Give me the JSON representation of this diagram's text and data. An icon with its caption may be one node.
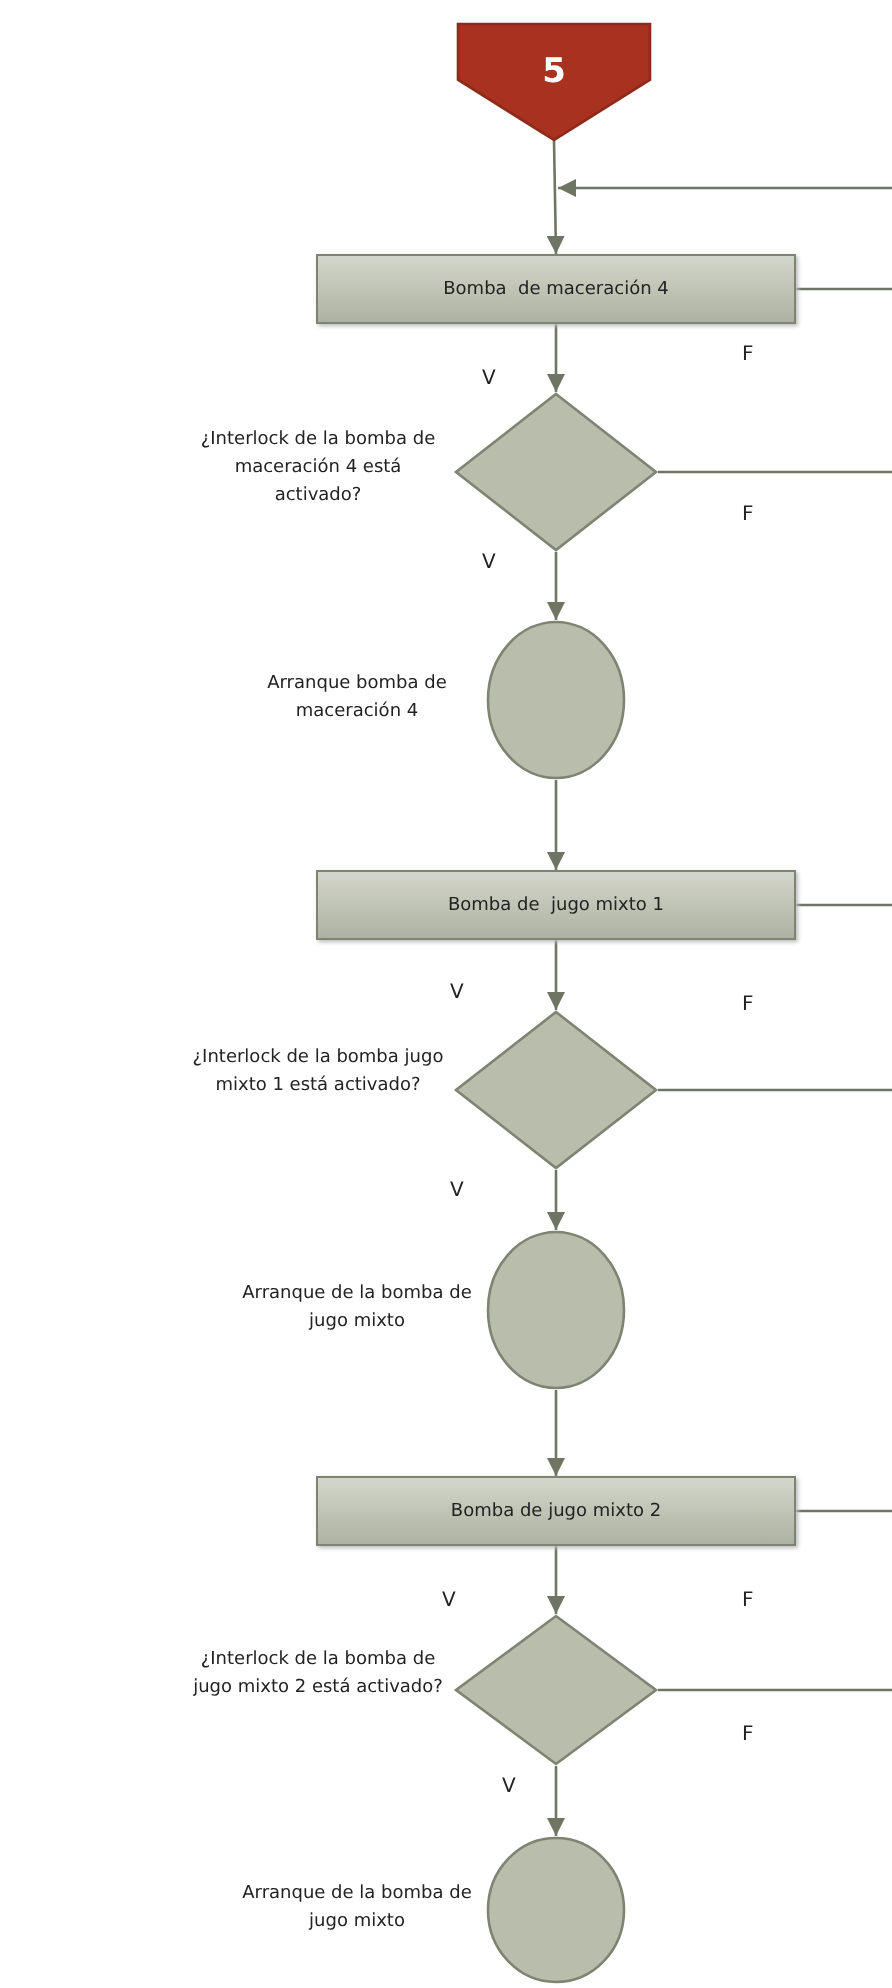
{
  "diagram": {
    "nodes": [
      {
        "text": [
          "5"
        ]
      },
      {
        "text": [
          "Bomba  de maceración 4"
        ]
      },
      {
        "text": [],
        "shape": "diamond",
        "beside": [
          "¿Interlock de la bomba de maceración 4 está activado?"
        ]
      },
      {
        "text": [],
        "shape": "circle",
        "beside": [
          "Arranque bomba de maceración 4"
        ]
      },
      {
        "text": [
          "Bomba de  jugo mixto 1"
        ]
      },
      {
        "text": [],
        "shape": "diamond",
        "beside": [
          "¿Interlock de la bomba jugo mixto 1 está activado?"
        ]
      },
      {
        "text": [],
        "shape": "circle",
        "beside": [
          "Arranque de la bomba de jugo mixto"
        ]
      },
      {
        "text": [
          "Bomba de jugo mixto 2"
        ]
      },
      {
        "text": [],
        "shape": "diamond",
        "beside": [
          "¿Interlock de la bomba de jugo mixto  2 está activado?"
        ]
      },
      {
        "text": [],
        "shape": "circle",
        "beside": [
          "Arranque de la bomba de jugo mixto"
        ]
      }
    ],
    "edges": [
      {
        "from": 0,
        "to": 1,
        "arrow": "to"
      },
      {
        "from": null,
        "to": 1,
        "arrow": "to"
      },
      {
        "from": 1,
        "to": 2,
        "arrow": "to",
        "label": "V"
      },
      {
        "from": 1,
        "to": null,
        "arrow": "none",
        "label": "F"
      },
      {
        "from": 2,
        "to": 3,
        "arrow": "to",
        "label": "V"
      },
      {
        "from": 2,
        "to": null,
        "arrow": "none",
        "label": "F"
      },
      {
        "from": 3,
        "to": 4,
        "arrow": "to"
      },
      {
        "from": 4,
        "to": 5,
        "arrow": "to",
        "label": "V"
      },
      {
        "from": 4,
        "to": null,
        "arrow": "none",
        "label": "F"
      },
      {
        "from": 5,
        "to": 6,
        "arrow": "to",
        "label": "V"
      },
      {
        "from": 5,
        "to": null,
        "arrow": "none"
      },
      {
        "from": 6,
        "to": 7,
        "arrow": "to"
      },
      {
        "from": 7,
        "to": 8,
        "arrow": "to",
        "label": "V"
      },
      {
        "from": 7,
        "to": null,
        "arrow": "none",
        "label": "F"
      },
      {
        "from": 8,
        "to": 9,
        "arrow": "to",
        "label": "V"
      },
      {
        "from": 8,
        "to": null,
        "arrow": "none",
        "label": "F"
      }
    ]
  }
}
